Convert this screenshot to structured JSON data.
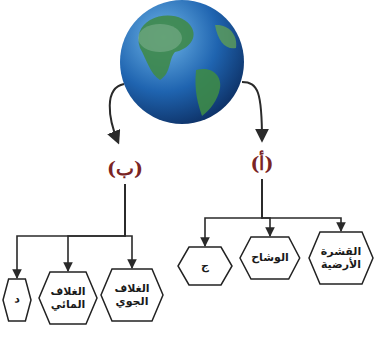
{
  "diagram": {
    "nodes": [
      {
        "text": [
          "(أ)"
        ]
      },
      {
        "text": [
          "القشرة الأرضية"
        ]
      },
      {
        "text": [
          "الوشاح"
        ]
      },
      {
        "text": [
          "ج"
        ]
      },
      {
        "text": [
          "(ب)"
        ]
      },
      {
        "text": [
          "الغلاف الجوي"
        ]
      },
      {
        "text": [
          "الغلاف المائي"
        ]
      },
      {
        "text": [
          "د"
        ]
      }
    ],
    "edges": [
      {
        "from": 0,
        "to": 1,
        "arrow": "to"
      },
      {
        "from": 0,
        "to": 2,
        "arrow": "to"
      },
      {
        "from": 0,
        "to": 3,
        "arrow": "to"
      },
      {
        "from": 4,
        "to": 5,
        "arrow": "to"
      },
      {
        "from": 4,
        "to": 6,
        "arrow": "to"
      },
      {
        "from": 4,
        "to": 7,
        "arrow": "to"
      }
    ]
  }
}
